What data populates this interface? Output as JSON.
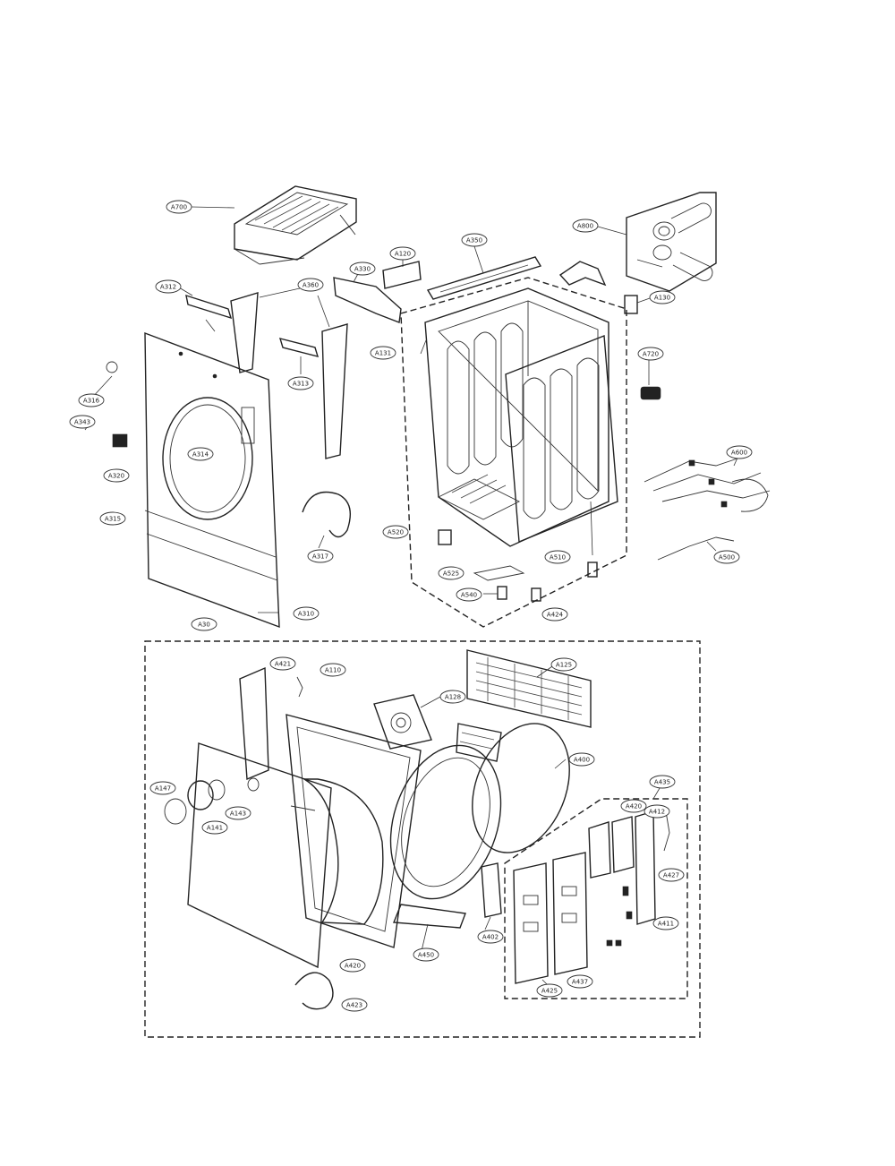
{
  "diagram": {
    "labels": {
      "a700": "A700",
      "a800": "A800",
      "a312": "A312",
      "a360": "A360",
      "a120": "A120",
      "a350": "A350",
      "a330_top": "A330",
      "a130": "A130",
      "a313": "A313",
      "a316": "A316",
      "a343": "A343",
      "a314": "A314",
      "a320": "A320",
      "a315": "A315",
      "a317": "A317",
      "a310": "A310",
      "a30": "A30",
      "a131": "A131",
      "a720": "A720",
      "a600": "A600",
      "a500": "A500",
      "a520": "A520",
      "a525": "A525",
      "a510": "A510",
      "a540": "A540",
      "a424": "A424",
      "a421": "A421",
      "a110": "A110",
      "a125": "A125",
      "a128": "A128",
      "a400": "A400",
      "a147": "A147",
      "a143": "A143",
      "a141": "A141",
      "a435": "A435",
      "a420_b": "A420",
      "a412": "A412",
      "a427": "A427",
      "a411": "A411",
      "a402": "A402",
      "a420": "A420",
      "a450": "A450",
      "a423": "A423",
      "a437": "A437",
      "a425": "A425"
    }
  }
}
